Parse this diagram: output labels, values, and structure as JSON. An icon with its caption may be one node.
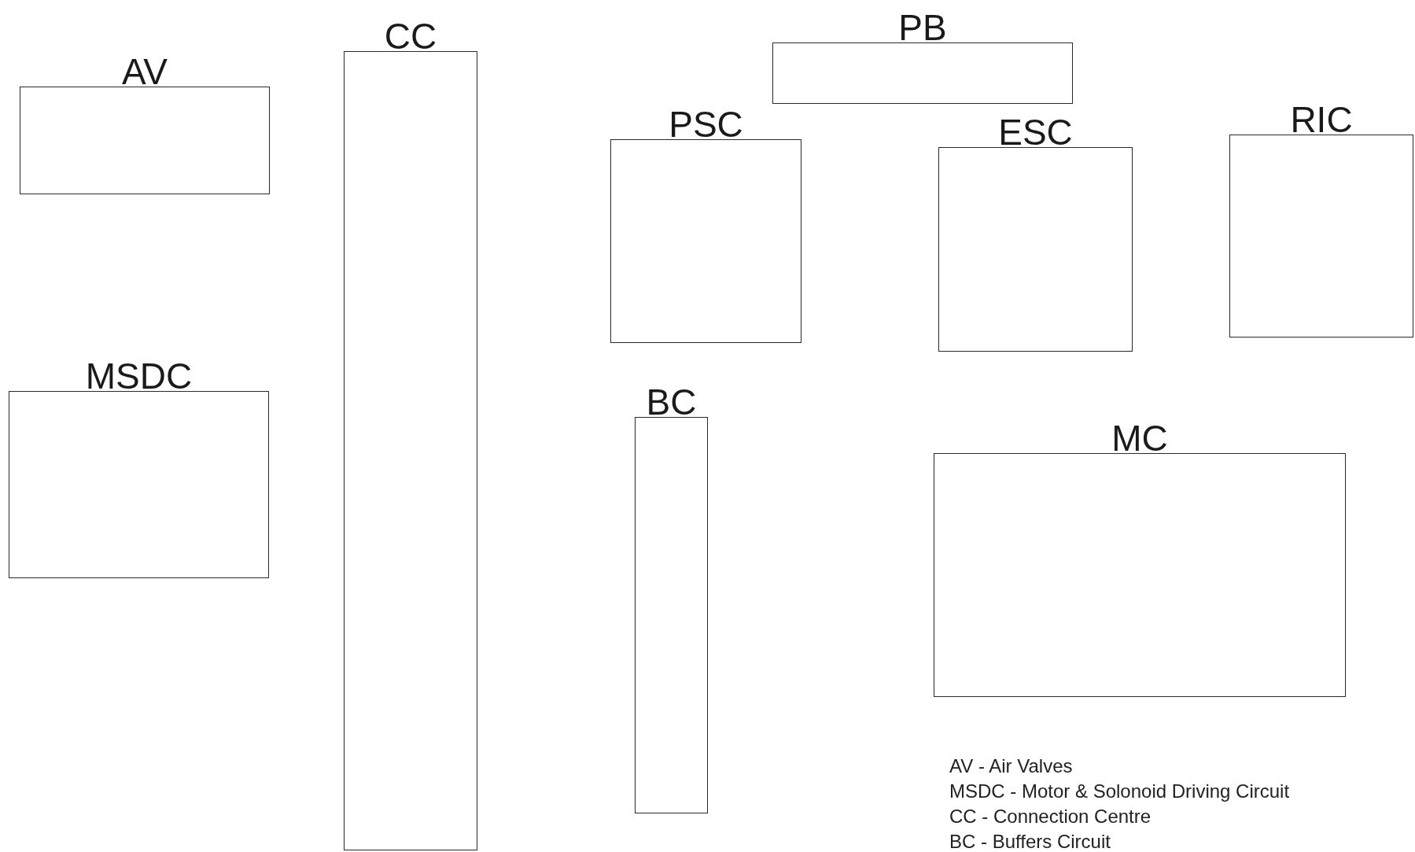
{
  "diagram": {
    "nodes": [
      {
        "text": [
          "AV"
        ]
      },
      {
        "text": [
          "CC"
        ]
      },
      {
        "text": [
          "PB"
        ]
      },
      {
        "text": [
          "PSC"
        ]
      },
      {
        "text": [
          "ESC"
        ]
      },
      {
        "text": [
          "RIC"
        ]
      },
      {
        "text": [
          "MSDC"
        ]
      },
      {
        "text": [
          "BC"
        ]
      },
      {
        "text": [
          "MC"
        ]
      }
    ],
    "labels": [
      "AV - Air Valves",
      "MSDC - Motor & Solonoid Driving Circuit",
      "CC - Connection Centre",
      "BC - Buffers Circuit"
    ]
  }
}
